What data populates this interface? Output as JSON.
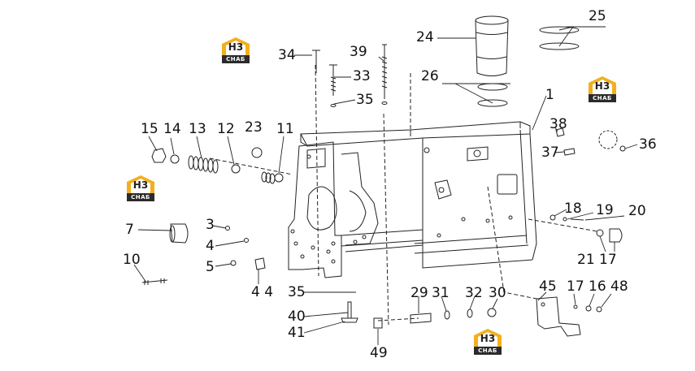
{
  "labels": {
    "n1": "1",
    "n3": "3",
    "n4": "4",
    "n5": "5",
    "n7": "7",
    "n10": "10",
    "n11": "11",
    "n12": "12",
    "n13": "13",
    "n14": "14",
    "n15": "15",
    "n16": "16",
    "n17a": "17",
    "n17b": "17",
    "n18": "18",
    "n19": "19",
    "n20": "20",
    "n21": "21",
    "n23": "23",
    "n24": "24",
    "n25": "25",
    "n26": "26",
    "n29": "29",
    "n30": "30",
    "n31": "31",
    "n32": "32",
    "n33": "33",
    "n34": "34",
    "n35a": "35",
    "n35b": "35",
    "n36": "36",
    "n37": "37",
    "n38": "38",
    "n39": "39",
    "n40": "40",
    "n41": "41",
    "n44": "4 4",
    "n45": "45",
    "n48": "48",
    "n49": "49"
  },
  "logo": {
    "mark": "H3",
    "brand": "CHAБ",
    "colors": {
      "roof": "#f2b01e",
      "body": "#2b2b2b"
    }
  }
}
